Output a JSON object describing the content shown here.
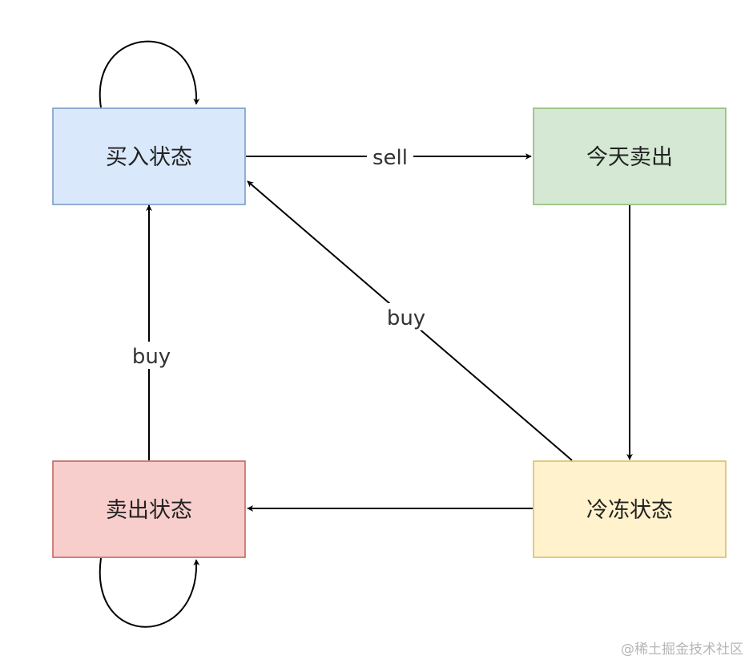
{
  "states": {
    "buy": {
      "label": "买入状态",
      "fill": "#dae8fc",
      "stroke": "#6c8ebf"
    },
    "sold_today": {
      "label": "今天卖出",
      "fill": "#d5e8d4",
      "stroke": "#82b366"
    },
    "sold": {
      "label": "卖出状态",
      "fill": "#f8cecc",
      "stroke": "#b85450"
    },
    "cooldown": {
      "label": "冷冻状态",
      "fill": "#fff2cc",
      "stroke": "#d6b656"
    }
  },
  "transitions": {
    "sell": "sell",
    "buy_from_sold": "buy",
    "buy_from_cooldown": "buy"
  },
  "watermark": "@稀土掘金技术社区"
}
